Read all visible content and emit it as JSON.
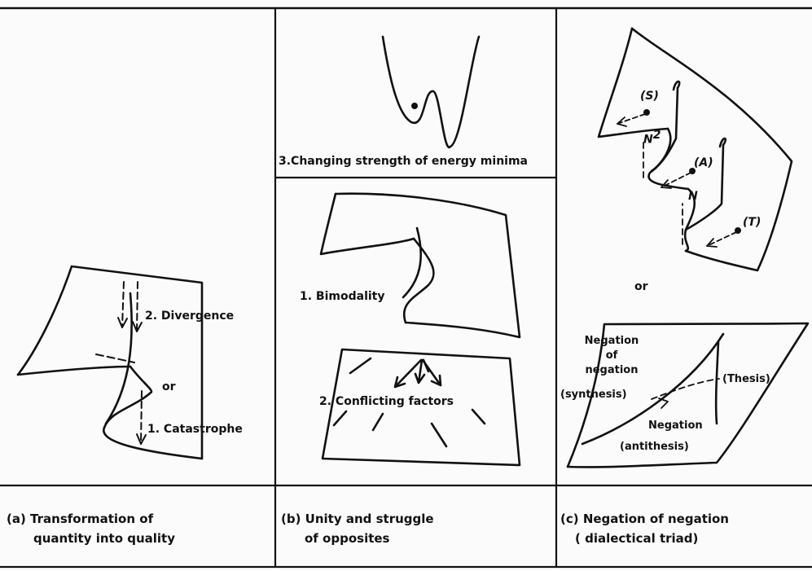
{
  "panel_a": {
    "divergence": "2. Divergence",
    "or": "or",
    "catastrophe": "1. Catastrophe",
    "caption_line1": "(a) Transformation of",
    "caption_line2": "quantity into quality"
  },
  "panel_b": {
    "energy_minima": "3.Changing strength of energy minima",
    "bimodality": "1. Bimodality",
    "conflicting": "2. Conflicting factors",
    "caption_line1": "(b) Unity and struggle",
    "caption_line2": "of opposites"
  },
  "panel_c": {
    "s_label": "(S)",
    "n2_label": "N",
    "n2_sup": "2",
    "a_label": "(A)",
    "n_label": "N",
    "t_label": "(T)",
    "or": "or",
    "negation_of_negation_1": "Negation",
    "negation_of_negation_2": "of",
    "negation_of_negation_3": "negation",
    "synthesis": "(synthesis)",
    "thesis": "(Thesis)",
    "negation": "Negation",
    "antithesis": "(antithesis)",
    "caption_line1": "(c) Negation of negation",
    "caption_line2": "( dialectical triad)"
  },
  "colors": {
    "ink": "#111111",
    "paper": "#fbfbfb"
  }
}
